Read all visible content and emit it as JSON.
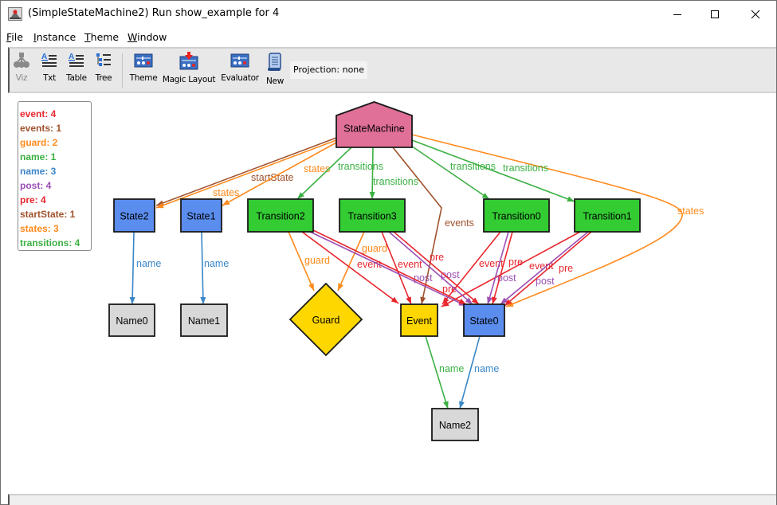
{
  "window": {
    "title": "(SimpleStateMachine2) Run show_example for 4",
    "controls": {
      "minimize": "minimize",
      "maximize": "maximize",
      "close": "close"
    }
  },
  "menubar": {
    "items": [
      {
        "label": "File",
        "mnemonic": "F",
        "rest": "ile"
      },
      {
        "label": "Instance",
        "mnemonic": "I",
        "rest": "nstance"
      },
      {
        "label": "Theme",
        "mnemonic": "T",
        "rest": "heme"
      },
      {
        "label": "Window",
        "mnemonic": "W",
        "rest": "indow"
      }
    ]
  },
  "toolbar": {
    "buttons": [
      {
        "label": "Viz",
        "icon": "viz-graph-icon",
        "enabled": false
      },
      {
        "label": "Txt",
        "icon": "text-view-icon",
        "enabled": true
      },
      {
        "label": "Table",
        "icon": "table-view-icon",
        "enabled": true
      },
      {
        "label": "Tree",
        "icon": "tree-view-icon",
        "enabled": true
      },
      {
        "label": "Theme",
        "icon": "theme-sliders-icon",
        "enabled": true
      },
      {
        "label": "Magic Layout",
        "icon": "magic-layout-icon",
        "enabled": true
      },
      {
        "label": "Evaluator",
        "icon": "evaluator-icon",
        "enabled": true
      },
      {
        "label": "New",
        "icon": "scroll-icon",
        "enabled": true
      }
    ],
    "projection": "Projection: none"
  },
  "legend": [
    {
      "text": "event: 4",
      "color": "#e8272e"
    },
    {
      "text": "events: 1",
      "color": "#a0522d"
    },
    {
      "text": "guard: 2",
      "color": "#ff8a1c"
    },
    {
      "text": "name: 1",
      "color": "#3cb043"
    },
    {
      "text": "name: 3",
      "color": "#3a86c8"
    },
    {
      "text": "post: 4",
      "color": "#9b4fb5"
    },
    {
      "text": "pre: 4",
      "color": "#e8272e"
    },
    {
      "text": "startState: 1",
      "color": "#a0522d"
    },
    {
      "text": "states: 3",
      "color": "#ff8a1c"
    },
    {
      "text": "transitions: 4",
      "color": "#3cb043"
    }
  ],
  "colors": {
    "event": "#e8272e",
    "pre": "#e8272e",
    "events": "#a0522d",
    "startState": "#a0522d",
    "guard": "#ff8a1c",
    "states": "#ff8a1c",
    "transitions": "#3cb043",
    "name_green": "#3cb043",
    "name_blue": "#3a86c8",
    "post": "#9b4fb5",
    "node_state": "#5b8def",
    "node_transition": "#33cc33",
    "node_statemachine": "#e07097",
    "node_yellow": "#ffd700",
    "node_name": "#d8d8d8"
  },
  "graph": {
    "nodes": [
      {
        "id": "StateMachine",
        "label": "StateMachine",
        "shape": "house",
        "fill": "#e07097"
      },
      {
        "id": "State2",
        "label": "State2",
        "shape": "box",
        "fill": "#5b8def"
      },
      {
        "id": "State1",
        "label": "State1",
        "shape": "box",
        "fill": "#5b8def"
      },
      {
        "id": "Transition2",
        "label": "Transition2",
        "shape": "box",
        "fill": "#33cc33"
      },
      {
        "id": "Transition3",
        "label": "Transition3",
        "shape": "box",
        "fill": "#33cc33"
      },
      {
        "id": "Transition0",
        "label": "Transition0",
        "shape": "box",
        "fill": "#33cc33"
      },
      {
        "id": "Transition1",
        "label": "Transition1",
        "shape": "box",
        "fill": "#33cc33"
      },
      {
        "id": "Name0",
        "label": "Name0",
        "shape": "box",
        "fill": "#d8d8d8"
      },
      {
        "id": "Name1",
        "label": "Name1",
        "shape": "box",
        "fill": "#d8d8d8"
      },
      {
        "id": "Guard",
        "label": "Guard",
        "shape": "diamond",
        "fill": "#ffd700"
      },
      {
        "id": "Event",
        "label": "Event",
        "shape": "box",
        "fill": "#ffd700"
      },
      {
        "id": "State0",
        "label": "State0",
        "shape": "box",
        "fill": "#5b8def"
      },
      {
        "id": "Name2",
        "label": "Name2",
        "shape": "box",
        "fill": "#d8d8d8"
      }
    ],
    "edges": [
      {
        "from": "StateMachine",
        "to": "State2",
        "label": "startState",
        "rel": "startState"
      },
      {
        "from": "StateMachine",
        "to": "State2",
        "label": "states",
        "rel": "states"
      },
      {
        "from": "StateMachine",
        "to": "State1",
        "label": "states",
        "rel": "states"
      },
      {
        "from": "StateMachine",
        "to": "State0",
        "label": "states",
        "rel": "states"
      },
      {
        "from": "StateMachine",
        "to": "Transition2",
        "label": "transitions",
        "rel": "transitions"
      },
      {
        "from": "StateMachine",
        "to": "Transition3",
        "label": "transitions",
        "rel": "transitions"
      },
      {
        "from": "StateMachine",
        "to": "Transition0",
        "label": "transitions",
        "rel": "transitions"
      },
      {
        "from": "StateMachine",
        "to": "Transition1",
        "label": "transitions",
        "rel": "transitions"
      },
      {
        "from": "StateMachine",
        "to": "Event",
        "label": "events",
        "rel": "events"
      },
      {
        "from": "State2",
        "to": "Name0",
        "label": "name",
        "rel": "name_blue"
      },
      {
        "from": "State1",
        "to": "Name1",
        "label": "name",
        "rel": "name_blue"
      },
      {
        "from": "State0",
        "to": "Name2",
        "label": "name",
        "rel": "name_blue"
      },
      {
        "from": "Event",
        "to": "Name2",
        "label": "name",
        "rel": "name_green"
      },
      {
        "from": "Transition2",
        "to": "Guard",
        "label": "guard",
        "rel": "guard"
      },
      {
        "from": "Transition3",
        "to": "Guard",
        "label": "guard",
        "rel": "guard"
      },
      {
        "from": "Transition2",
        "to": "Event",
        "label": "event",
        "rel": "event"
      },
      {
        "from": "Transition3",
        "to": "Event",
        "label": "event",
        "rel": "event"
      },
      {
        "from": "Transition0",
        "to": "Event",
        "label": "event",
        "rel": "event"
      },
      {
        "from": "Transition1",
        "to": "Event",
        "label": "event",
        "rel": "event"
      },
      {
        "from": "Transition2",
        "to": "State0",
        "label": "post",
        "rel": "post"
      },
      {
        "from": "Transition2",
        "to": "State0",
        "label": "pre",
        "rel": "pre"
      },
      {
        "from": "Transition3",
        "to": "State0",
        "label": "post",
        "rel": "post"
      },
      {
        "from": "Transition3",
        "to": "State0",
        "label": "pre",
        "rel": "pre"
      },
      {
        "from": "Transition0",
        "to": "State0",
        "label": "post",
        "rel": "post"
      },
      {
        "from": "Transition0",
        "to": "State0",
        "label": "pre",
        "rel": "pre"
      },
      {
        "from": "Transition1",
        "to": "State0",
        "label": "post",
        "rel": "post"
      },
      {
        "from": "Transition1",
        "to": "State0",
        "label": "pre",
        "rel": "pre"
      }
    ]
  }
}
